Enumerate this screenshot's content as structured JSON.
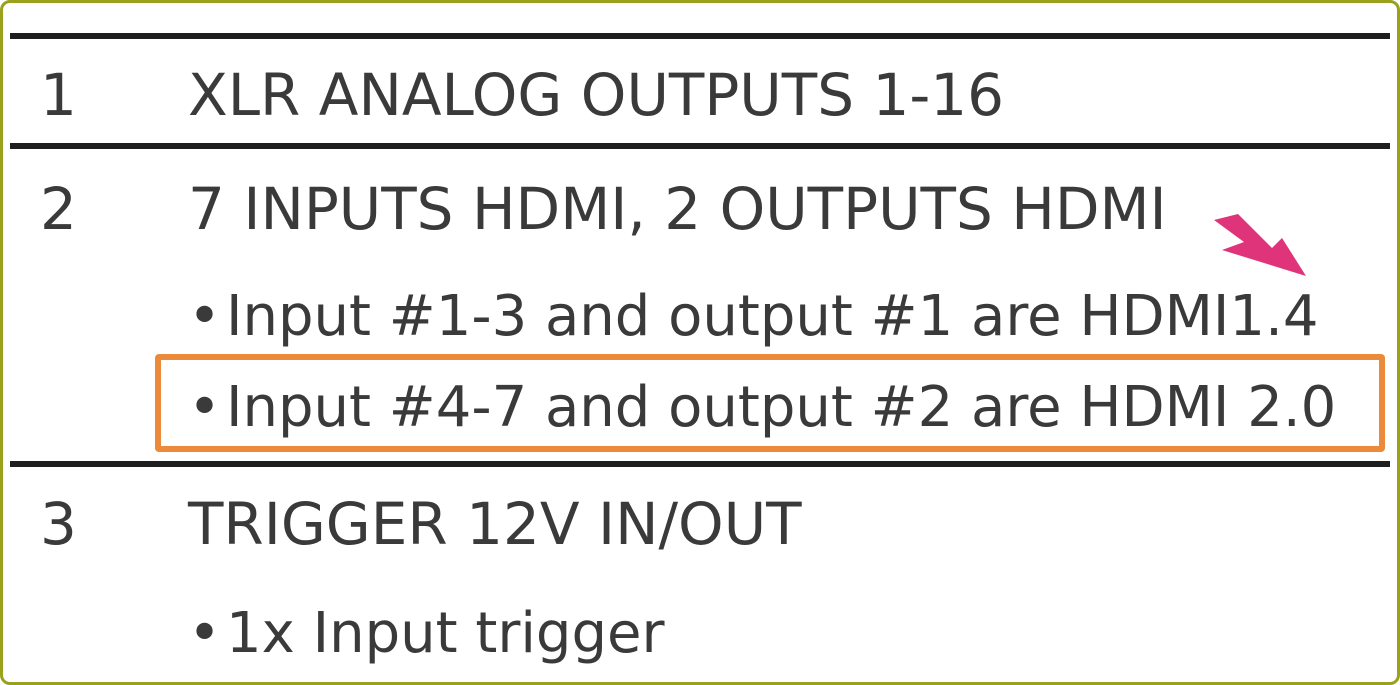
{
  "rows": [
    {
      "number": "1",
      "title": "XLR ANALOG OUTPUTS 1-16",
      "bullets": []
    },
    {
      "number": "2",
      "title": "7 INPUTS HDMI, 2 OUTPUTS HDMI",
      "bullets": [
        "Input #1-3 and output #1 are HDMI1.4",
        "Input #4-7 and output #2 are HDMI 2.0"
      ]
    },
    {
      "number": "3",
      "title": "TRIGGER 12V IN/OUT",
      "bullets": [
        "1x Input trigger"
      ]
    }
  ],
  "bullet_symbol": "•",
  "colors": {
    "frame": "#9aa21c",
    "rule": "#1e1e1e",
    "text": "#3a3a3a",
    "highlight": "#ec8a3c",
    "arrow": "#e0347a"
  },
  "annotations": {
    "highlighted_bullet": "rows.1.bullets.1",
    "arrow_icon": "pointer-arrow-icon"
  }
}
